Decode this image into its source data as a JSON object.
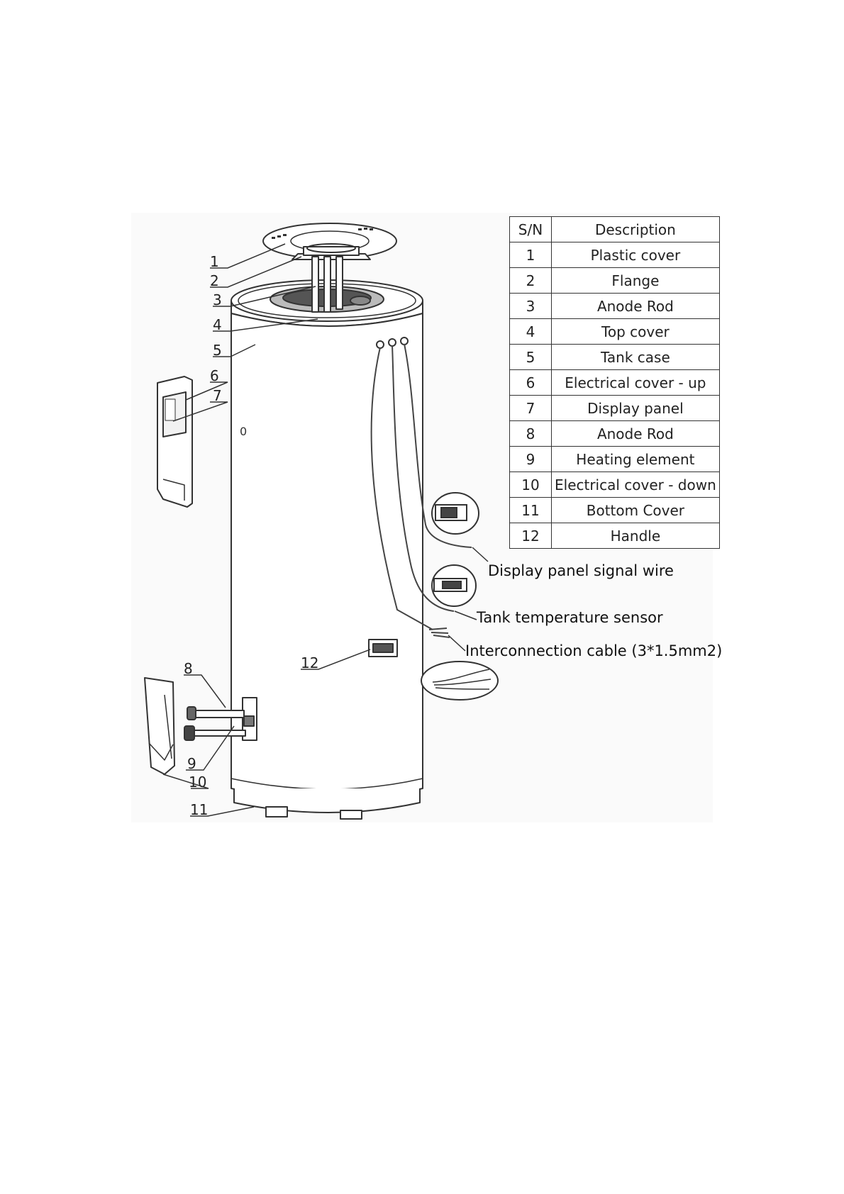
{
  "table": {
    "headers": {
      "sn": "S/N",
      "description": "Description"
    },
    "rows": [
      {
        "sn": "1",
        "description": "Plastic cover"
      },
      {
        "sn": "2",
        "description": "Flange"
      },
      {
        "sn": "3",
        "description": "Anode Rod"
      },
      {
        "sn": "4",
        "description": "Top cover"
      },
      {
        "sn": "5",
        "description": "Tank case"
      },
      {
        "sn": "6",
        "description": "Electrical cover - up"
      },
      {
        "sn": "7",
        "description": "Display panel"
      },
      {
        "sn": "8",
        "description": "Anode Rod"
      },
      {
        "sn": "9",
        "description": "Heating element"
      },
      {
        "sn": "10",
        "description": "Electrical cover - down"
      },
      {
        "sn": "11",
        "description": "Bottom Cover"
      },
      {
        "sn": "12",
        "description": "Handle"
      }
    ]
  },
  "callouts": [
    "1",
    "2",
    "3",
    "4",
    "5",
    "6",
    "7",
    "8",
    "9",
    "10",
    "11",
    "12"
  ],
  "annotations": {
    "display_wire": "Display panel signal wire",
    "tank_sensor": "Tank temperature sensor",
    "interconnection": "Interconnection cable (3*1.5mm2)"
  }
}
